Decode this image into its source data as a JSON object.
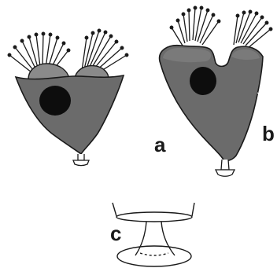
{
  "figure": {
    "panels": [
      {
        "id": "a",
        "label": "a"
      },
      {
        "id": "b",
        "label": "b"
      },
      {
        "id": "c",
        "label": "c"
      }
    ],
    "colors": {
      "body_fill": "#6b6b6b",
      "lobe_fill": "#8a8a8a",
      "nucleus_fill": "#0d0d0d",
      "outline": "#1a1a1a",
      "background": "#ffffff"
    }
  }
}
